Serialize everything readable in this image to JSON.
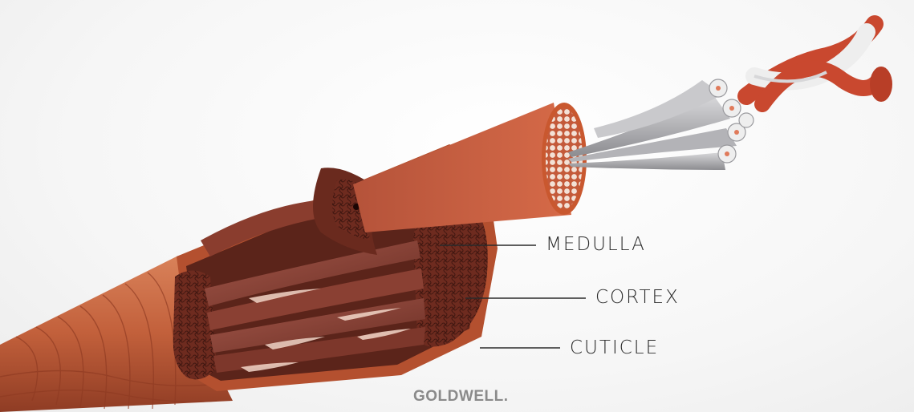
{
  "labels": {
    "medulla": "MEDULLA",
    "cortex": "CORTEX",
    "cuticle": "CUTICLE"
  },
  "brand": "GOLDWELL.",
  "colors": {
    "background": "#f4f4f4",
    "hair_outer": "#c8653f",
    "hair_dark": "#7a3322",
    "fiber": "#8e4a3a",
    "fiber_light": "#f3d6c8",
    "strand_grey": "#a7a7ab",
    "strand_white": "#eeeeee",
    "strand_red": "#c9482f",
    "leader_line": "#2b2b2b",
    "label_text": "#2b2b2b",
    "brand_text": "#8a8a8a"
  }
}
